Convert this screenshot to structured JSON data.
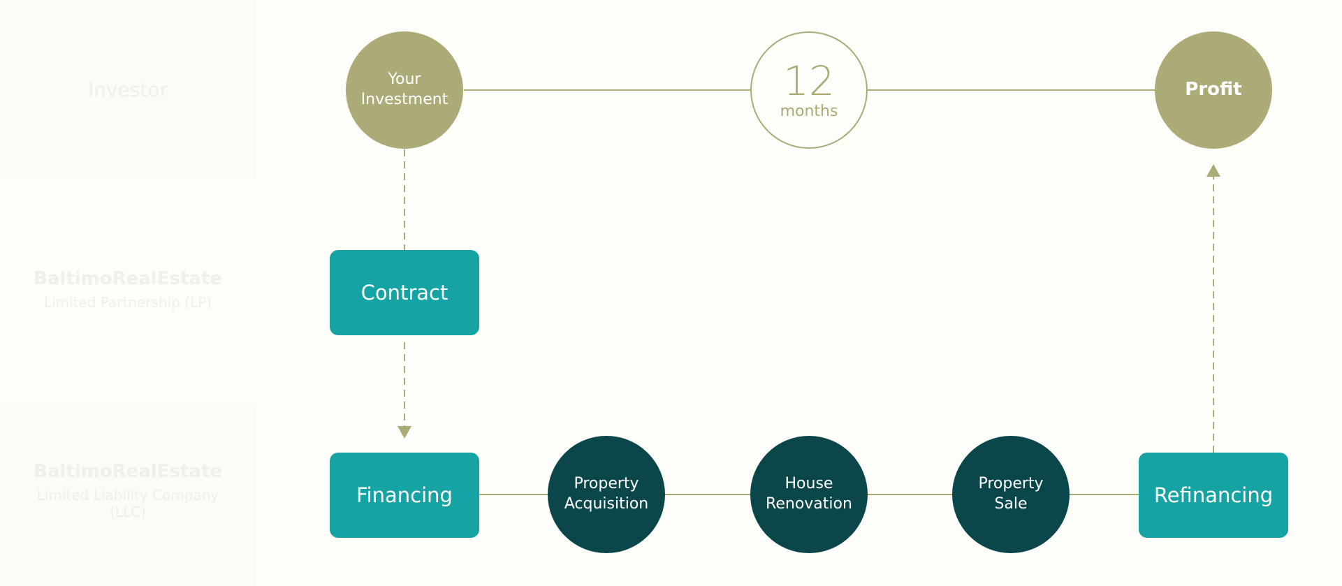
{
  "lanes": {
    "investor": {
      "title": "Investor"
    },
    "lp": {
      "title": "BaltimoRealEstate",
      "subtitle": "Limited Partnership (LP)"
    },
    "llc": {
      "title": "BaltimoRealEstate",
      "subtitle": "Limited Liability Company (LLC)"
    }
  },
  "top_row": {
    "investment": "Your Investment",
    "duration_value": "12",
    "duration_unit": "months",
    "profit": "Profit"
  },
  "steps": {
    "contract": "Contract",
    "financing": "Financing",
    "acquisition": "Property Acquisition",
    "renovation": "House Renovation",
    "sale": "Property Sale",
    "refinancing": "Refinancing"
  },
  "colors": {
    "olive": "#acaa77",
    "teal": "#16a3a4",
    "dark_teal": "#0b474a",
    "background": "#fdfdfa"
  }
}
